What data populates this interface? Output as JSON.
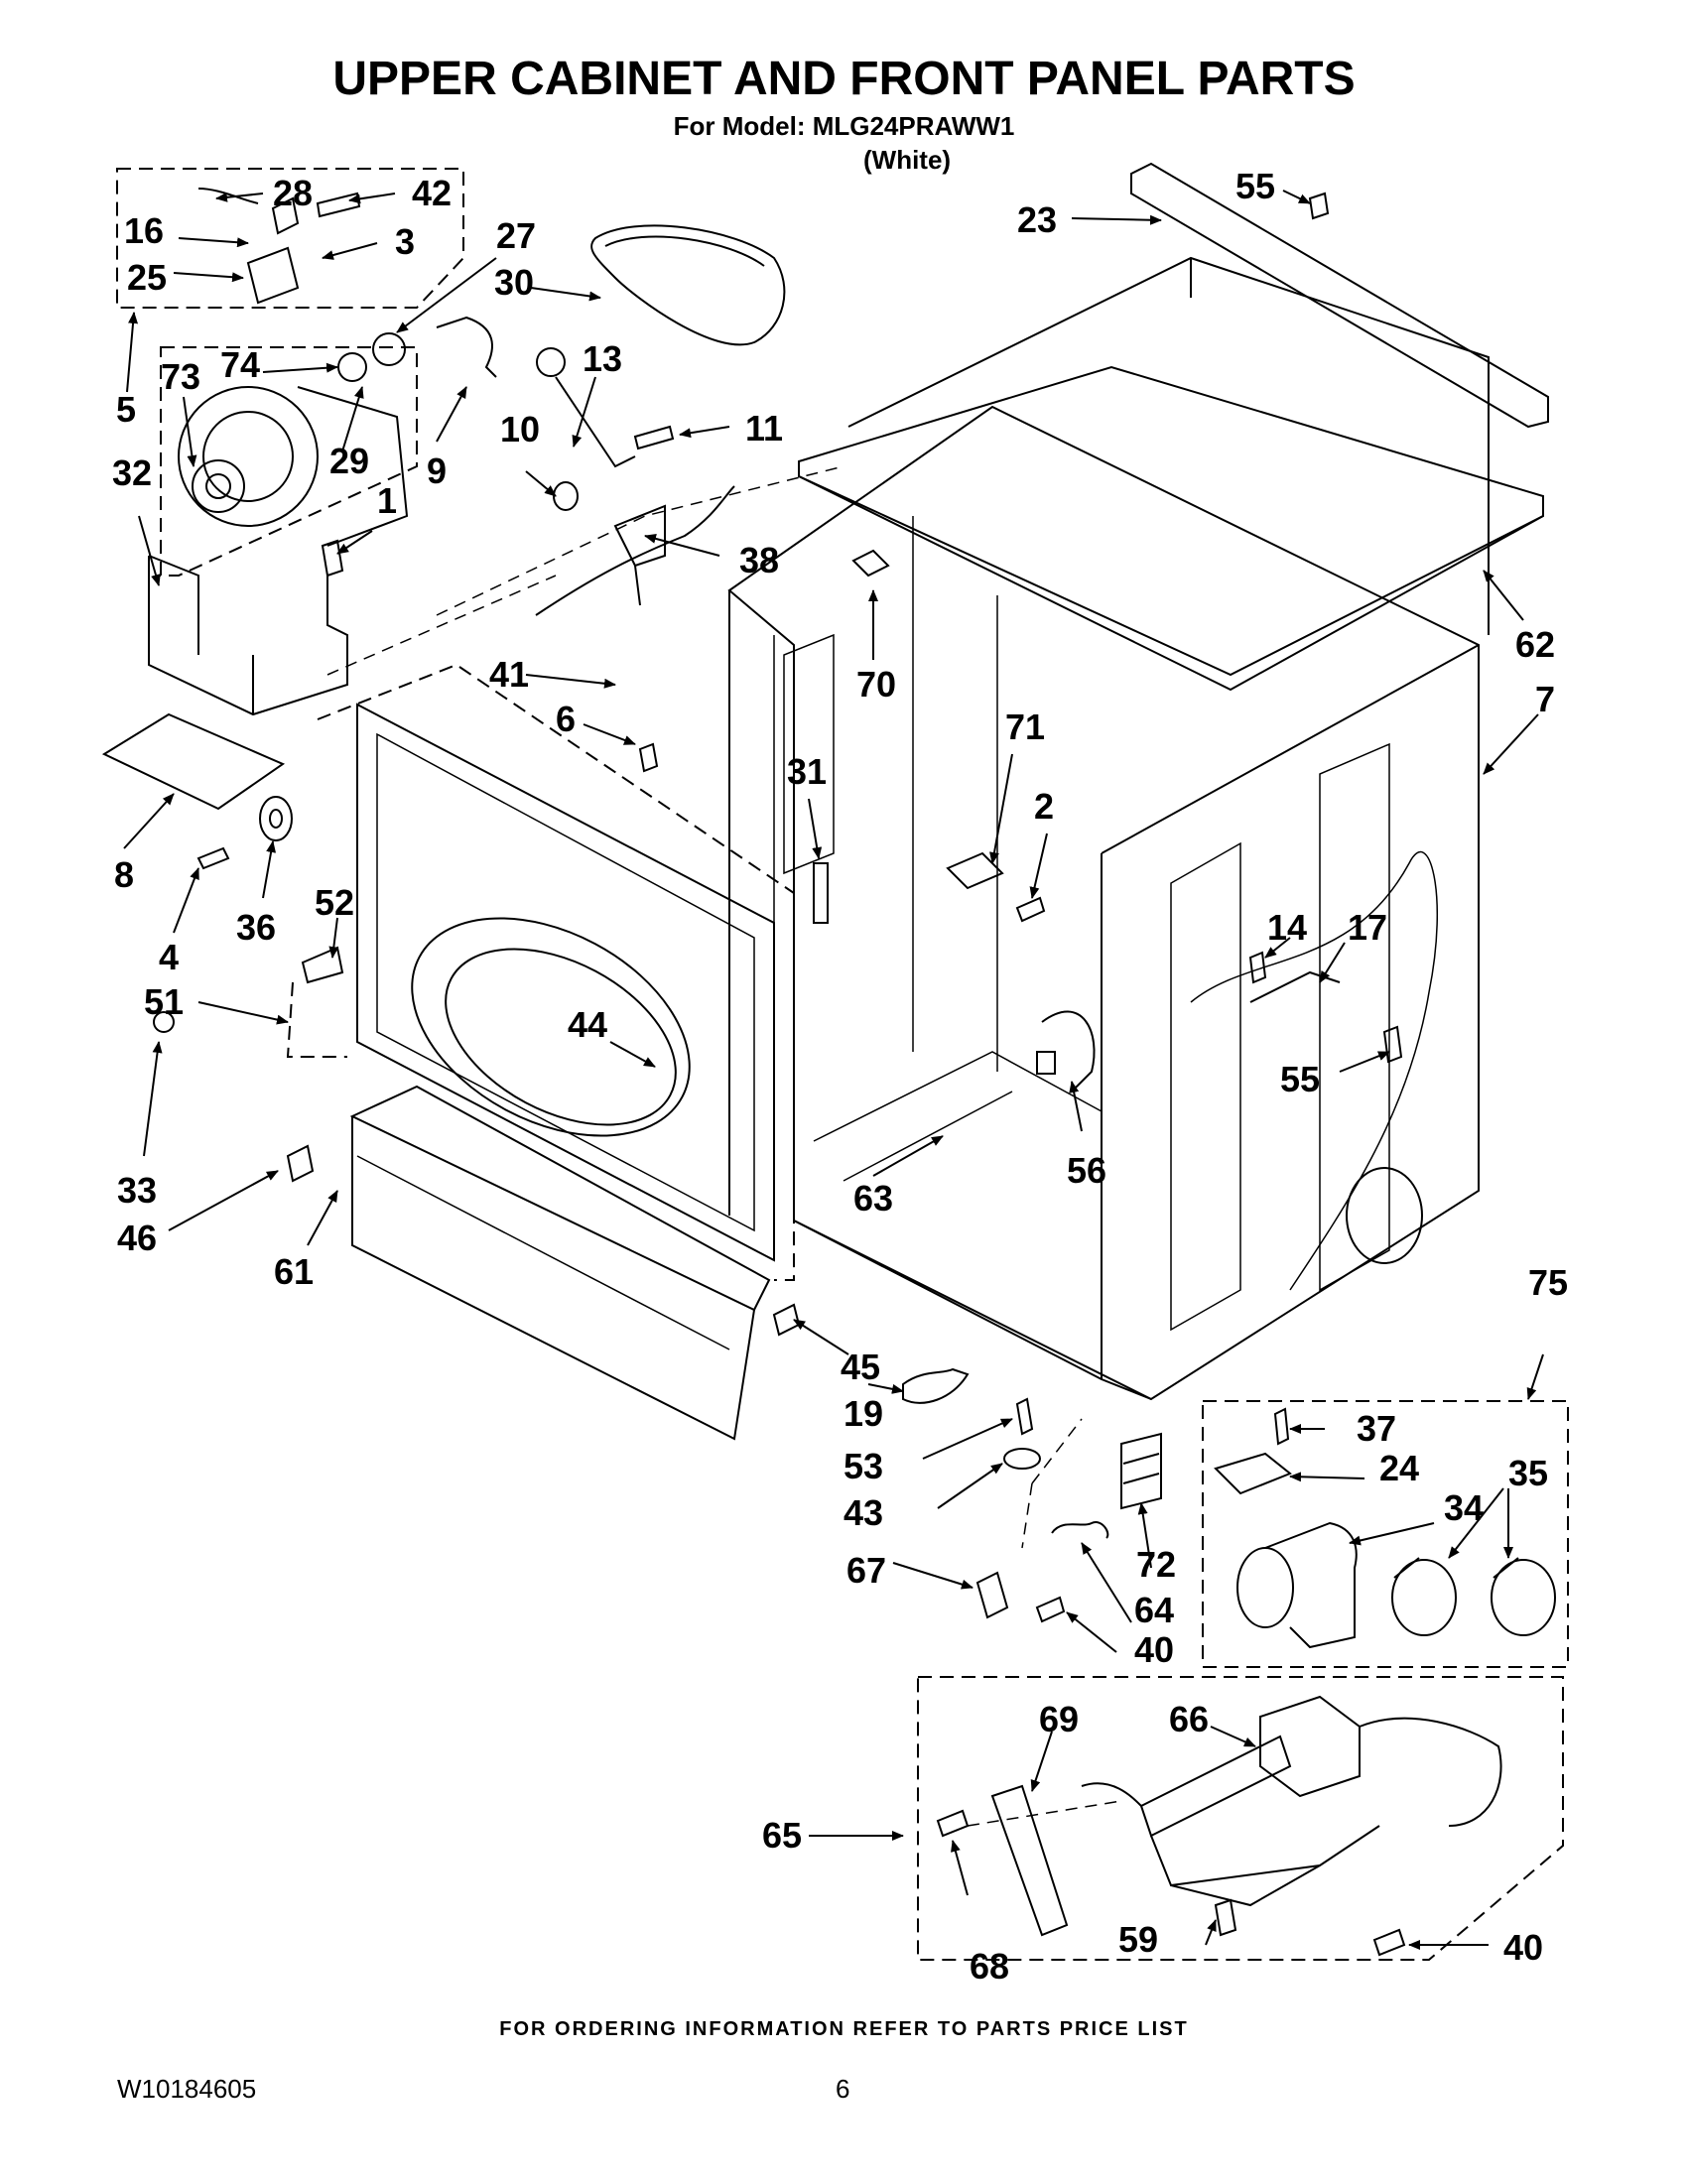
{
  "title": "UPPER CABINET AND FRONT PANEL PARTS",
  "model_line": "For Model: MLG24PRAWW1",
  "color_line": "(White)",
  "callouts": [
    "28",
    "42",
    "16",
    "3",
    "25",
    "27",
    "30",
    "23",
    "55",
    "5",
    "74",
    "73",
    "29",
    "9",
    "13",
    "10",
    "11",
    "32",
    "1",
    "38",
    "62",
    "7",
    "41",
    "70",
    "6",
    "71",
    "31",
    "2",
    "8",
    "36",
    "4",
    "52",
    "51",
    "14",
    "17",
    "44",
    "55",
    "33",
    "46",
    "61",
    "63",
    "56",
    "75",
    "45",
    "19",
    "37",
    "53",
    "24",
    "35",
    "43",
    "34",
    "72",
    "67",
    "64",
    "40",
    "69",
    "66",
    "65",
    "59",
    "68",
    "40"
  ],
  "footer_note": "FOR ORDERING INFORMATION REFER TO PARTS PRICE LIST",
  "doc_number": "W10184605",
  "page_number": "6"
}
